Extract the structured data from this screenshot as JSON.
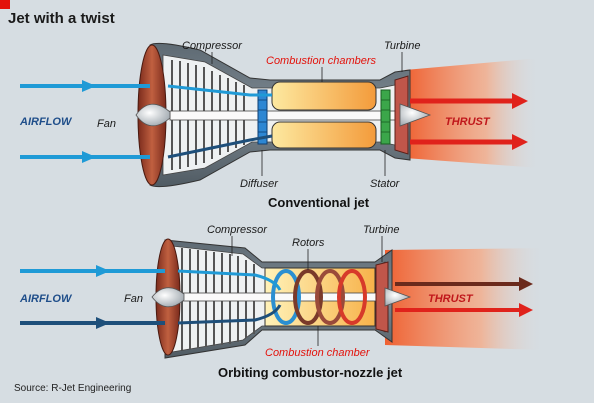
{
  "title": "Jet with a twist",
  "source": "Source: R-Jet Engineering",
  "colors": {
    "background": "#d6dde2",
    "accent_red": "#e3120b",
    "airflow_blue": "#1f9ad6",
    "thrust_red": "#e0221b",
    "combustion_orange": "#f6a531"
  },
  "conventional": {
    "caption": "Conventional jet",
    "labels": {
      "compressor": "Compressor",
      "combustion": "Combustion chambers",
      "turbine": "Turbine",
      "fan": "Fan",
      "diffuser": "Diffuser",
      "stator": "Stator",
      "airflow": "AIRFLOW",
      "thrust": "THRUST"
    }
  },
  "orbiting": {
    "caption": "Orbiting combustor-nozzle jet",
    "labels": {
      "compressor": "Compressor",
      "rotors": "Rotors",
      "turbine": "Turbine",
      "fan": "Fan",
      "combustion": "Combustion chamber",
      "airflow": "AIRFLOW",
      "thrust": "THRUST"
    }
  }
}
